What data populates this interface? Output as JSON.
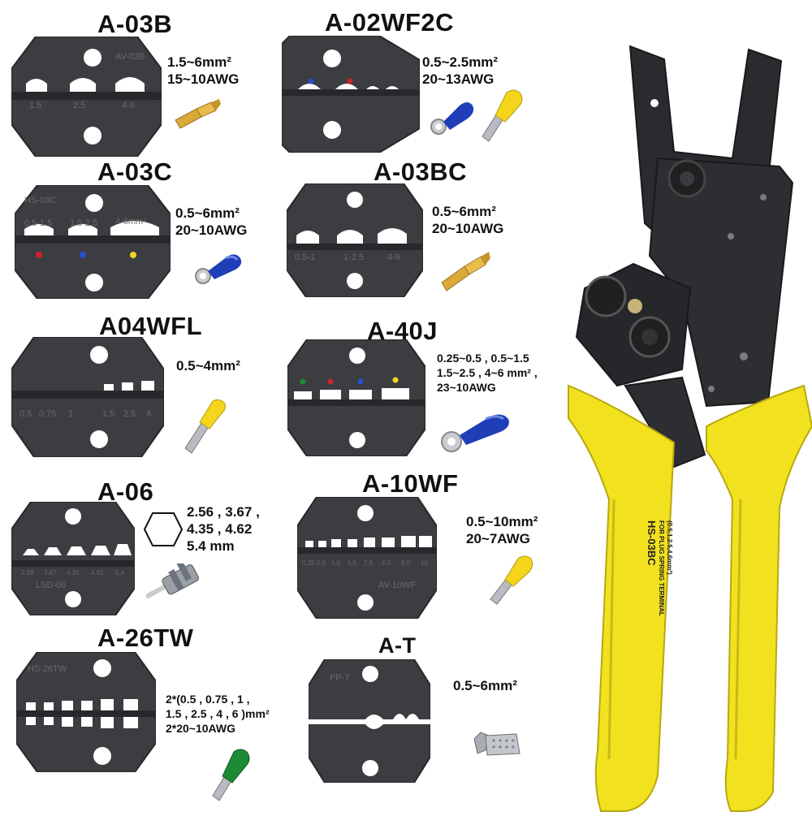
{
  "dies": [
    {
      "id": "a-03b",
      "model": "A-03B",
      "spec": [
        "1.5~6mm²",
        "15~10AWG"
      ],
      "die_marks": [
        "1.5",
        "2.5",
        "4-6"
      ],
      "die_code": "AV-03B"
    },
    {
      "id": "a-02wf2c",
      "model": "A-02WF2C",
      "spec": [
        "0.5~2.5mm²",
        "20~13AWG"
      ],
      "die_marks": [],
      "die_code": ""
    },
    {
      "id": "a-03c",
      "model": "A-03C",
      "spec": [
        "0.5~6mm²",
        "20~10AWG"
      ],
      "die_marks": [
        "0.5-1.5",
        "1.5-2.5",
        "4-6mm²"
      ],
      "die_code": "HS-03C"
    },
    {
      "id": "a-03bc",
      "model": "A-03BC",
      "spec": [
        "0.5~6mm²",
        "20~10AWG"
      ],
      "die_marks": [
        "0.5-1",
        "1-2.5",
        "4-6"
      ],
      "die_code": ""
    },
    {
      "id": "a04wfl",
      "model": "A04WFL",
      "spec": [
        "0.5~4mm²"
      ],
      "die_marks": [
        "0.5",
        "0.75",
        "1",
        "1.5",
        "2.5",
        "4"
      ],
      "die_code": ""
    },
    {
      "id": "a-40j",
      "model": "A-40J",
      "spec": [
        "0.25~0.5 , 0.5~1.5",
        "1.5~2.5 , 4~6 mm² ,",
        "23~10AWG"
      ],
      "die_marks": [],
      "die_code": ""
    },
    {
      "id": "a-06",
      "model": "A-06",
      "spec": [
        "2.56 , 3.67 ,",
        "4.35 , 4.62",
        "5.4 mm"
      ],
      "die_marks": [
        "2.56",
        "3.67",
        "4.35",
        "4.62",
        "5.4"
      ],
      "die_code": "LSD-06"
    },
    {
      "id": "a-10wf",
      "model": "A-10WF",
      "spec": [
        "0.5~10mm²",
        "20~7AWG"
      ],
      "die_marks": [
        "0.25",
        "0.5",
        "1.0",
        "1.5",
        "2.5",
        "4.0",
        "6.0",
        "10"
      ],
      "die_code": "AV-10WF"
    },
    {
      "id": "a-26tw",
      "model": "A-26TW",
      "spec": [
        "2*(0.5 , 0.75 , 1 ,",
        "1.5 , 2.5 , 4 , 6 )mm²",
        "2*20~10AWG"
      ],
      "die_marks": [],
      "die_code": "HS-26TW"
    },
    {
      "id": "a-t",
      "model": "A-T",
      "spec": [
        "0.5~6mm²"
      ],
      "die_marks": [],
      "die_code": "PP-T"
    }
  ],
  "tool": {
    "model": "HS-03BC",
    "handle_text": [
      "FOR PLUG SPRING TERMINAL",
      "(0.5,1,2.5,4,6mm²)"
    ]
  },
  "colors": {
    "die": "#3b3d41",
    "die_edge": "#26282b",
    "handle": "#f2e11f",
    "tool_metal": "#2a2b2e",
    "marker_red": "#d0202a",
    "marker_blue": "#2a4fd0",
    "marker_yellow": "#f0d81e",
    "terminal_blue": "#1f3fb8",
    "ferrule_yellow": "#f4d51c",
    "ferrule_green": "#1f8a34",
    "brass": "#d9a93a"
  }
}
